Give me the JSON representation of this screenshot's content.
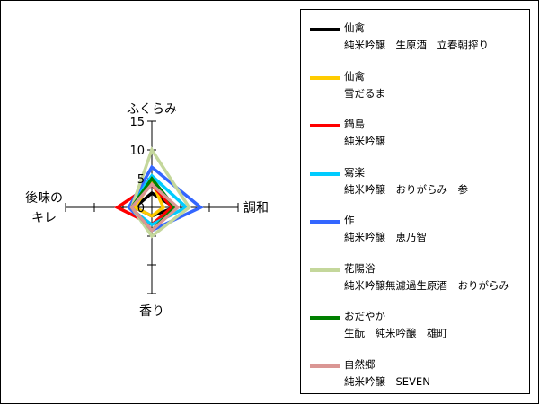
{
  "chart_data": {
    "type": "radar",
    "axes": [
      "ふくらみ",
      "調和",
      "香り",
      "後味のキレ"
    ],
    "axis_label_lines": [
      [
        "ふくらみ"
      ],
      [
        "調和"
      ],
      [
        "香り"
      ],
      [
        "後味の",
        "キレ"
      ]
    ],
    "rlim": [
      0,
      15
    ],
    "ticks": [
      {
        "value": 0,
        "label": "0"
      },
      {
        "value": 5,
        "label": "5"
      },
      {
        "value": 10,
        "label": "10"
      },
      {
        "value": 15,
        "label": "15"
      }
    ],
    "series": [
      {
        "name": "仙禽",
        "subtitle": "純米吟醸　生原酒　立春朝搾り",
        "color": "#000000",
        "values": [
          2.5,
          4,
          1.5,
          3
        ]
      },
      {
        "name": "仙禽",
        "subtitle": "雪だるま",
        "color": "#ffcc00",
        "values": [
          4.5,
          2,
          1.5,
          3
        ]
      },
      {
        "name": "鍋島",
        "subtitle": "純米吟醸",
        "color": "#ff0000",
        "values": [
          4,
          3.5,
          3,
          6
        ]
      },
      {
        "name": "寫楽",
        "subtitle": "純米吟醸　おりがらみ　参",
        "color": "#00ccff",
        "values": [
          5.5,
          6,
          3,
          4
        ]
      },
      {
        "name": "作",
        "subtitle": "純米吟醸　恵乃智",
        "color": "#3366ff",
        "values": [
          7,
          8.5,
          4,
          4
        ]
      },
      {
        "name": "花陽浴",
        "subtitle": "純米吟醸無濾過生原酒　おりがらみ",
        "color": "#c4d79b",
        "values": [
          10,
          6.5,
          5,
          3.5
        ]
      },
      {
        "name": "おだやか",
        "subtitle": "生酛　純米吟醸　雄町",
        "color": "#008000",
        "values": [
          5,
          4,
          4,
          3.5
        ]
      },
      {
        "name": "自然郷",
        "subtitle": "純米吟醸　SEVEN",
        "color": "#da9694",
        "values": [
          4,
          4.5,
          4,
          3.5
        ]
      }
    ]
  }
}
